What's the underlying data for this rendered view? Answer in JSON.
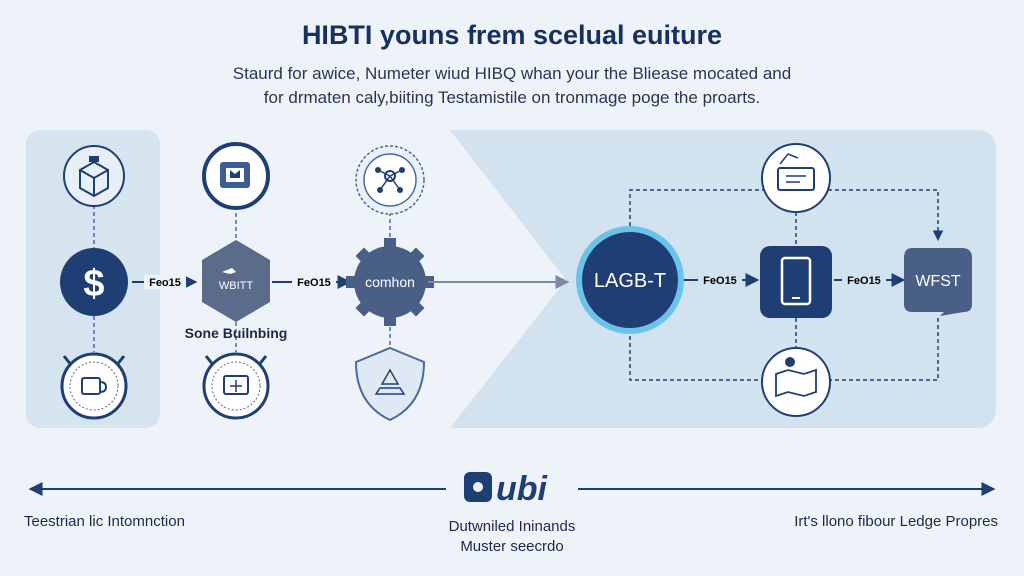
{
  "header": {
    "title": "HIBTI youns frem scelual euiture",
    "subtitle_line1": "Staurd for awice, Numeter wiud HIBQ whan your the Bliease mocated and",
    "subtitle_line2": "for drmaten caly,biiting Testamistile on tronmage poge the proarts."
  },
  "left_flow": {
    "connector_labels": [
      "Feo15",
      "FeO15"
    ],
    "hexagon_label": "WBITT",
    "hexagon_caption": "Sone Builnbing",
    "gear_label": "comhon"
  },
  "right_flow": {
    "big_node_label": "LAGB-T",
    "connector_labels": [
      "FeO15",
      "FeO15"
    ],
    "wfst_label": "WFST"
  },
  "bottom": {
    "logo_text": "ubi",
    "left_caption": "Teestrian lic Intomnction",
    "center_caption_line1": "Dutwniled Ininands",
    "center_caption_line2": "Muster seecrdo",
    "right_caption": "Irt's llono fibour Ledge Propres"
  },
  "colors": {
    "navy": "#1f3f74",
    "slate": "#4a5f85",
    "panel": "#d3e2ef",
    "accent_ring": "#6cc3ea"
  },
  "icons": [
    "box-icon",
    "chip-icon",
    "network-icon",
    "dollar-icon",
    "coffee-icon",
    "clock-icon",
    "gear-icon",
    "shield-icon",
    "terminal-icon",
    "mobile-icon",
    "map-icon"
  ]
}
